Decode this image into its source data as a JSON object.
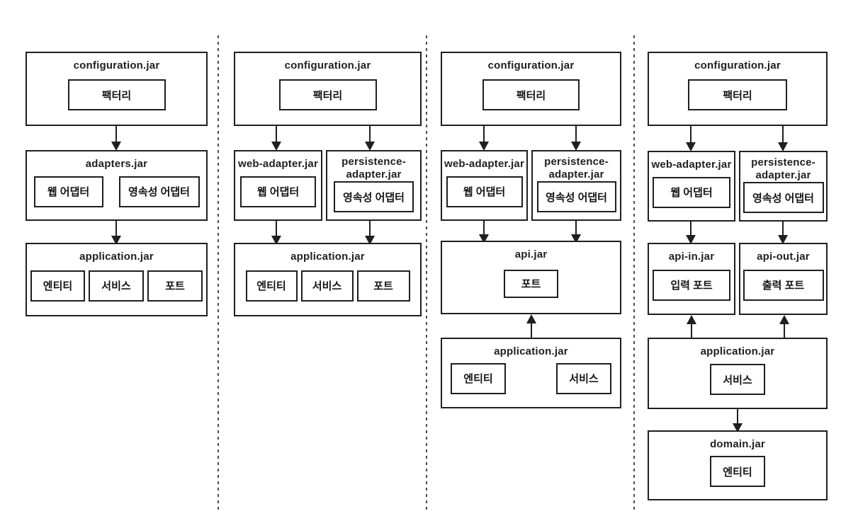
{
  "colors": {
    "line": "#1f1f1f",
    "background": "#ffffff",
    "divider": "#4a4a4a"
  },
  "col1": {
    "configuration": {
      "title": "configuration.jar",
      "factory": "팩터리"
    },
    "adapters": {
      "title": "adapters.jar",
      "web": "웹 어댑터",
      "persistence": "영속성 어댑터"
    },
    "application": {
      "title": "application.jar",
      "entity": "엔티티",
      "service": "서비스",
      "port": "포트"
    }
  },
  "col2": {
    "configuration": {
      "title": "configuration.jar",
      "factory": "팩터리"
    },
    "web_adapter": {
      "title": "web-adapter.jar",
      "web": "웹 어댑터"
    },
    "persistence_adapter": {
      "title": "persistence-\nadapter.jar",
      "persistence": "영속성 어댑터"
    },
    "application": {
      "title": "application.jar",
      "entity": "엔티티",
      "service": "서비스",
      "port": "포트"
    }
  },
  "col3": {
    "configuration": {
      "title": "configuration.jar",
      "factory": "팩터리"
    },
    "web_adapter": {
      "title": "web-adapter.jar",
      "web": "웹 어댑터"
    },
    "persistence_adapter": {
      "title": "persistence-\nadapter.jar",
      "persistence": "영속성 어댑터"
    },
    "api": {
      "title": "api.jar",
      "port": "포트"
    },
    "application": {
      "title": "application.jar",
      "entity": "엔티티",
      "service": "서비스"
    }
  },
  "col4": {
    "configuration": {
      "title": "configuration.jar",
      "factory": "팩터리"
    },
    "web_adapter": {
      "title": "web-adapter.jar",
      "web": "웹 어댑터"
    },
    "persistence_adapter": {
      "title": "persistence-\nadapter.jar",
      "persistence": "영속성 어댑터"
    },
    "api_in": {
      "title": "api-in.jar",
      "input_port": "입력 포트"
    },
    "api_out": {
      "title": "api-out.jar",
      "output_port": "출력 포트"
    },
    "application": {
      "title": "application.jar",
      "service": "서비스"
    },
    "domain": {
      "title": "domain.jar",
      "entity": "엔티티"
    }
  }
}
